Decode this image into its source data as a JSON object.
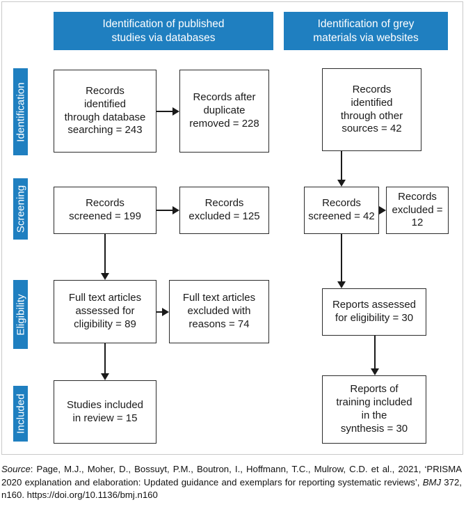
{
  "figure": {
    "accent_color": "#1f7fc0",
    "box_border_color": "#2b2b2b",
    "banners": {
      "left": "Identification of published\nstudies via databases",
      "right": "Identification of grey\nmaterials via websites"
    },
    "stages": [
      {
        "id": "identification",
        "label": "Identification"
      },
      {
        "id": "screening",
        "label": "Screening"
      },
      {
        "id": "eligibility",
        "label": "Eligibility"
      },
      {
        "id": "included",
        "label": "Included"
      }
    ],
    "left_column": {
      "row1_main": "Records\nidentified\nthrough database\nsearching = 243",
      "row1_excluded": "Records after\nduplicate\nremoved = 228",
      "row2_main": "Records\nscreened = 199",
      "row2_excluded": "Records\nexcluded = 125",
      "row3_main": "Full text articles\nassessed for\ncligibility = 89",
      "row3_excluded": "Full text articles\nexcluded with\nreasons = 74",
      "row4_main": "Studies included\nin review = 15"
    },
    "right_column": {
      "row1_main": "Records\nidentified\nthrough other\nsources = 42",
      "row2_main": "Records\nscreened = 42",
      "row2_excluded": "Records\nexcluded = 12",
      "row3_main": "Reports assessed\nfor eligibility = 30",
      "row4_main": "Reports of\ntraining included\nin the\nsynthesis = 30"
    }
  },
  "caption": {
    "source_label": "Source",
    "text_1": ": Page, M.J., Moher, D., Bossuyt, P.M., Boutron, I., Hoffmann, T.C., Mulrow, C.D. et al., 2021, ‘PRISMA 2020 explanation and elaboration: Updated guidance and exemplars for reporting systematic reviews’, ",
    "journal": "BMJ",
    "text_2": " 372, n160. https://doi.org/10.1136/bmj.n160"
  },
  "flow_data": {
    "type": "prisma-flow-diagram",
    "databases_branch": {
      "records_identified_through_database_searching": 243,
      "records_after_duplicate_removed": 228,
      "records_screened": 199,
      "records_excluded": 125,
      "full_text_articles_assessed_for_eligibility": 89,
      "full_text_articles_excluded_with_reasons": 74,
      "studies_included_in_review": 15
    },
    "grey_materials_branch": {
      "records_identified_through_other_sources": 42,
      "records_screened": 42,
      "records_excluded": 12,
      "reports_assessed_for_eligibility": 30,
      "reports_of_training_included_in_the_synthesis": 30
    }
  }
}
